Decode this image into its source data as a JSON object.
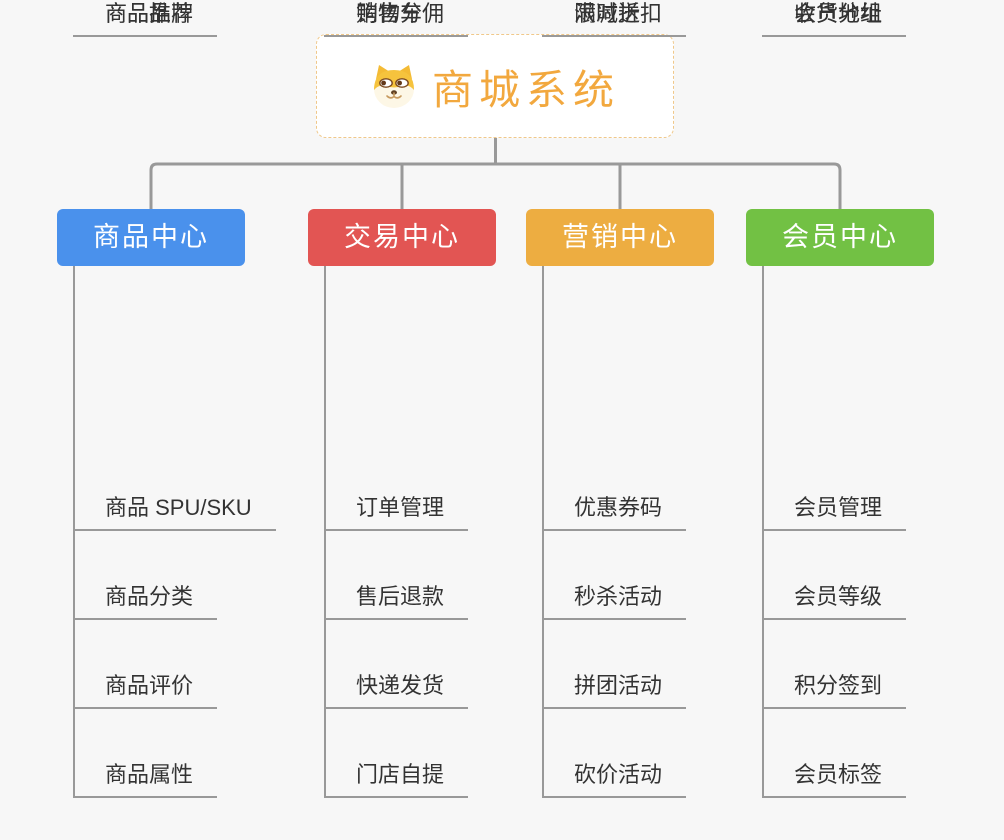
{
  "root": {
    "title": "商城系统",
    "icon": "shiba-dog-icon",
    "accent_color": "#f2a83e",
    "border_color": "#f0c88a"
  },
  "connector_color": "#999999",
  "background_color": "#f7f7f7",
  "branches": [
    {
      "label": "商品中心",
      "color": "#4a91ec",
      "children": [
        "商品 SPU/SKU",
        "商品分类",
        "商品评价",
        "商品属性",
        "商品推荐",
        "商品品牌"
      ]
    },
    {
      "label": "交易中心",
      "color": "#e25553",
      "children": [
        "订单管理",
        "售后退款",
        "快递发货",
        "门店自提",
        "购物车",
        "销售分佣"
      ]
    },
    {
      "label": "营销中心",
      "color": "#edad41",
      "children": [
        "优惠券码",
        "秒杀活动",
        "拼团活动",
        "砍价活动",
        "限时折扣",
        "满减送"
      ]
    },
    {
      "label": "会员中心",
      "color": "#72c144",
      "children": [
        "会员管理",
        "会员等级",
        "积分签到",
        "会员标签",
        "会员分组",
        "收货地址"
      ]
    }
  ]
}
